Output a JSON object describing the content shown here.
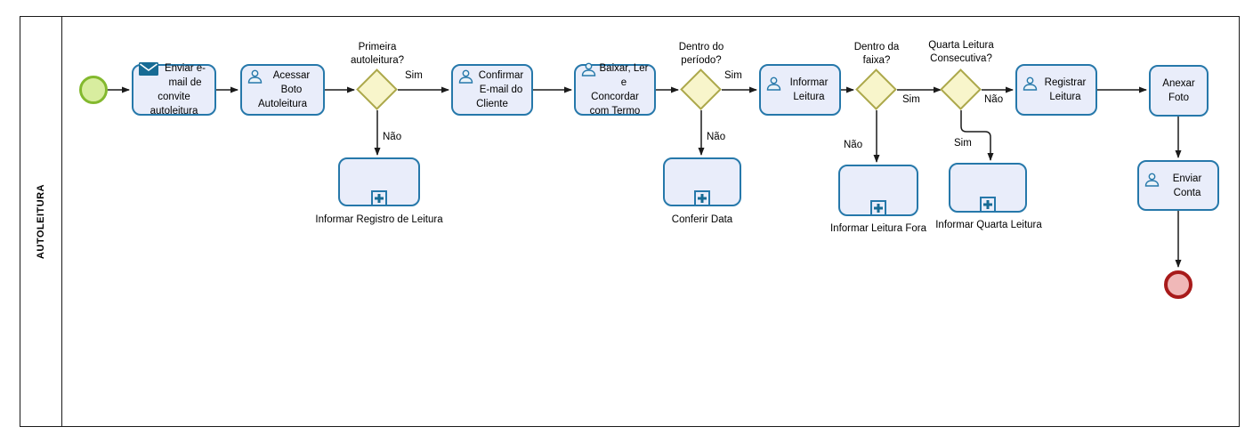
{
  "pool": {
    "label": "AUTOLEITURA"
  },
  "colors": {
    "task_fill": "#e9edfa",
    "task_border": "#2678aa",
    "gateway_fill": "#f8f5cb",
    "gateway_border": "#aca84b",
    "start_fill": "#d8ed9f",
    "start_border": "#83b92e",
    "end_fill": "#f0b8b8",
    "end_border": "#a81a1a",
    "icon_blue": "#176b94"
  },
  "nodes": {
    "task_enviar_email": {
      "label": "Enviar e-mail de convite autoleitura",
      "icon": "envelope-icon"
    },
    "task_acessar_boto": {
      "label": "Acessar Boto Autoleitura",
      "icon": "user-icon"
    },
    "gateway_primeira": {
      "label": "Primeira autoleitura?"
    },
    "sub_informar_registro": {
      "label": "Informar Registro de Leitura"
    },
    "task_confirmar_email": {
      "label": "Confirmar E-mail do Cliente",
      "icon": "user-icon"
    },
    "task_baixar_termo": {
      "label": "Baixar,  Ler e Concordar com Termo",
      "icon": "user-icon"
    },
    "gateway_periodo": {
      "label": "Dentro do período?"
    },
    "sub_conferir_data": {
      "label": "Conferir Data"
    },
    "task_informar_leitura": {
      "label": "Informar Leitura",
      "icon": "user-icon"
    },
    "gateway_faixa": {
      "label": "Dentro da faixa?"
    },
    "sub_informar_fora": {
      "label": "Informar Leitura Fora"
    },
    "gateway_quarta": {
      "label": "Quarta Leitura Consecutiva?"
    },
    "sub_informar_quarta": {
      "label": "Informar Quarta Leitura"
    },
    "task_registrar": {
      "label": "Registrar Leitura",
      "icon": "user-icon"
    },
    "task_anexar_foto": {
      "label": "Anexar Foto"
    },
    "task_enviar_conta": {
      "label": "Enviar Conta",
      "icon": "user-icon"
    }
  },
  "edge_labels": {
    "primeira_sim": "Sim",
    "primeira_nao": "Não",
    "periodo_sim": "Sim",
    "periodo_nao": "Não",
    "faixa_sim": "Sim",
    "faixa_nao": "Não",
    "quarta_nao": "Não",
    "quarta_sim": "Sim"
  }
}
